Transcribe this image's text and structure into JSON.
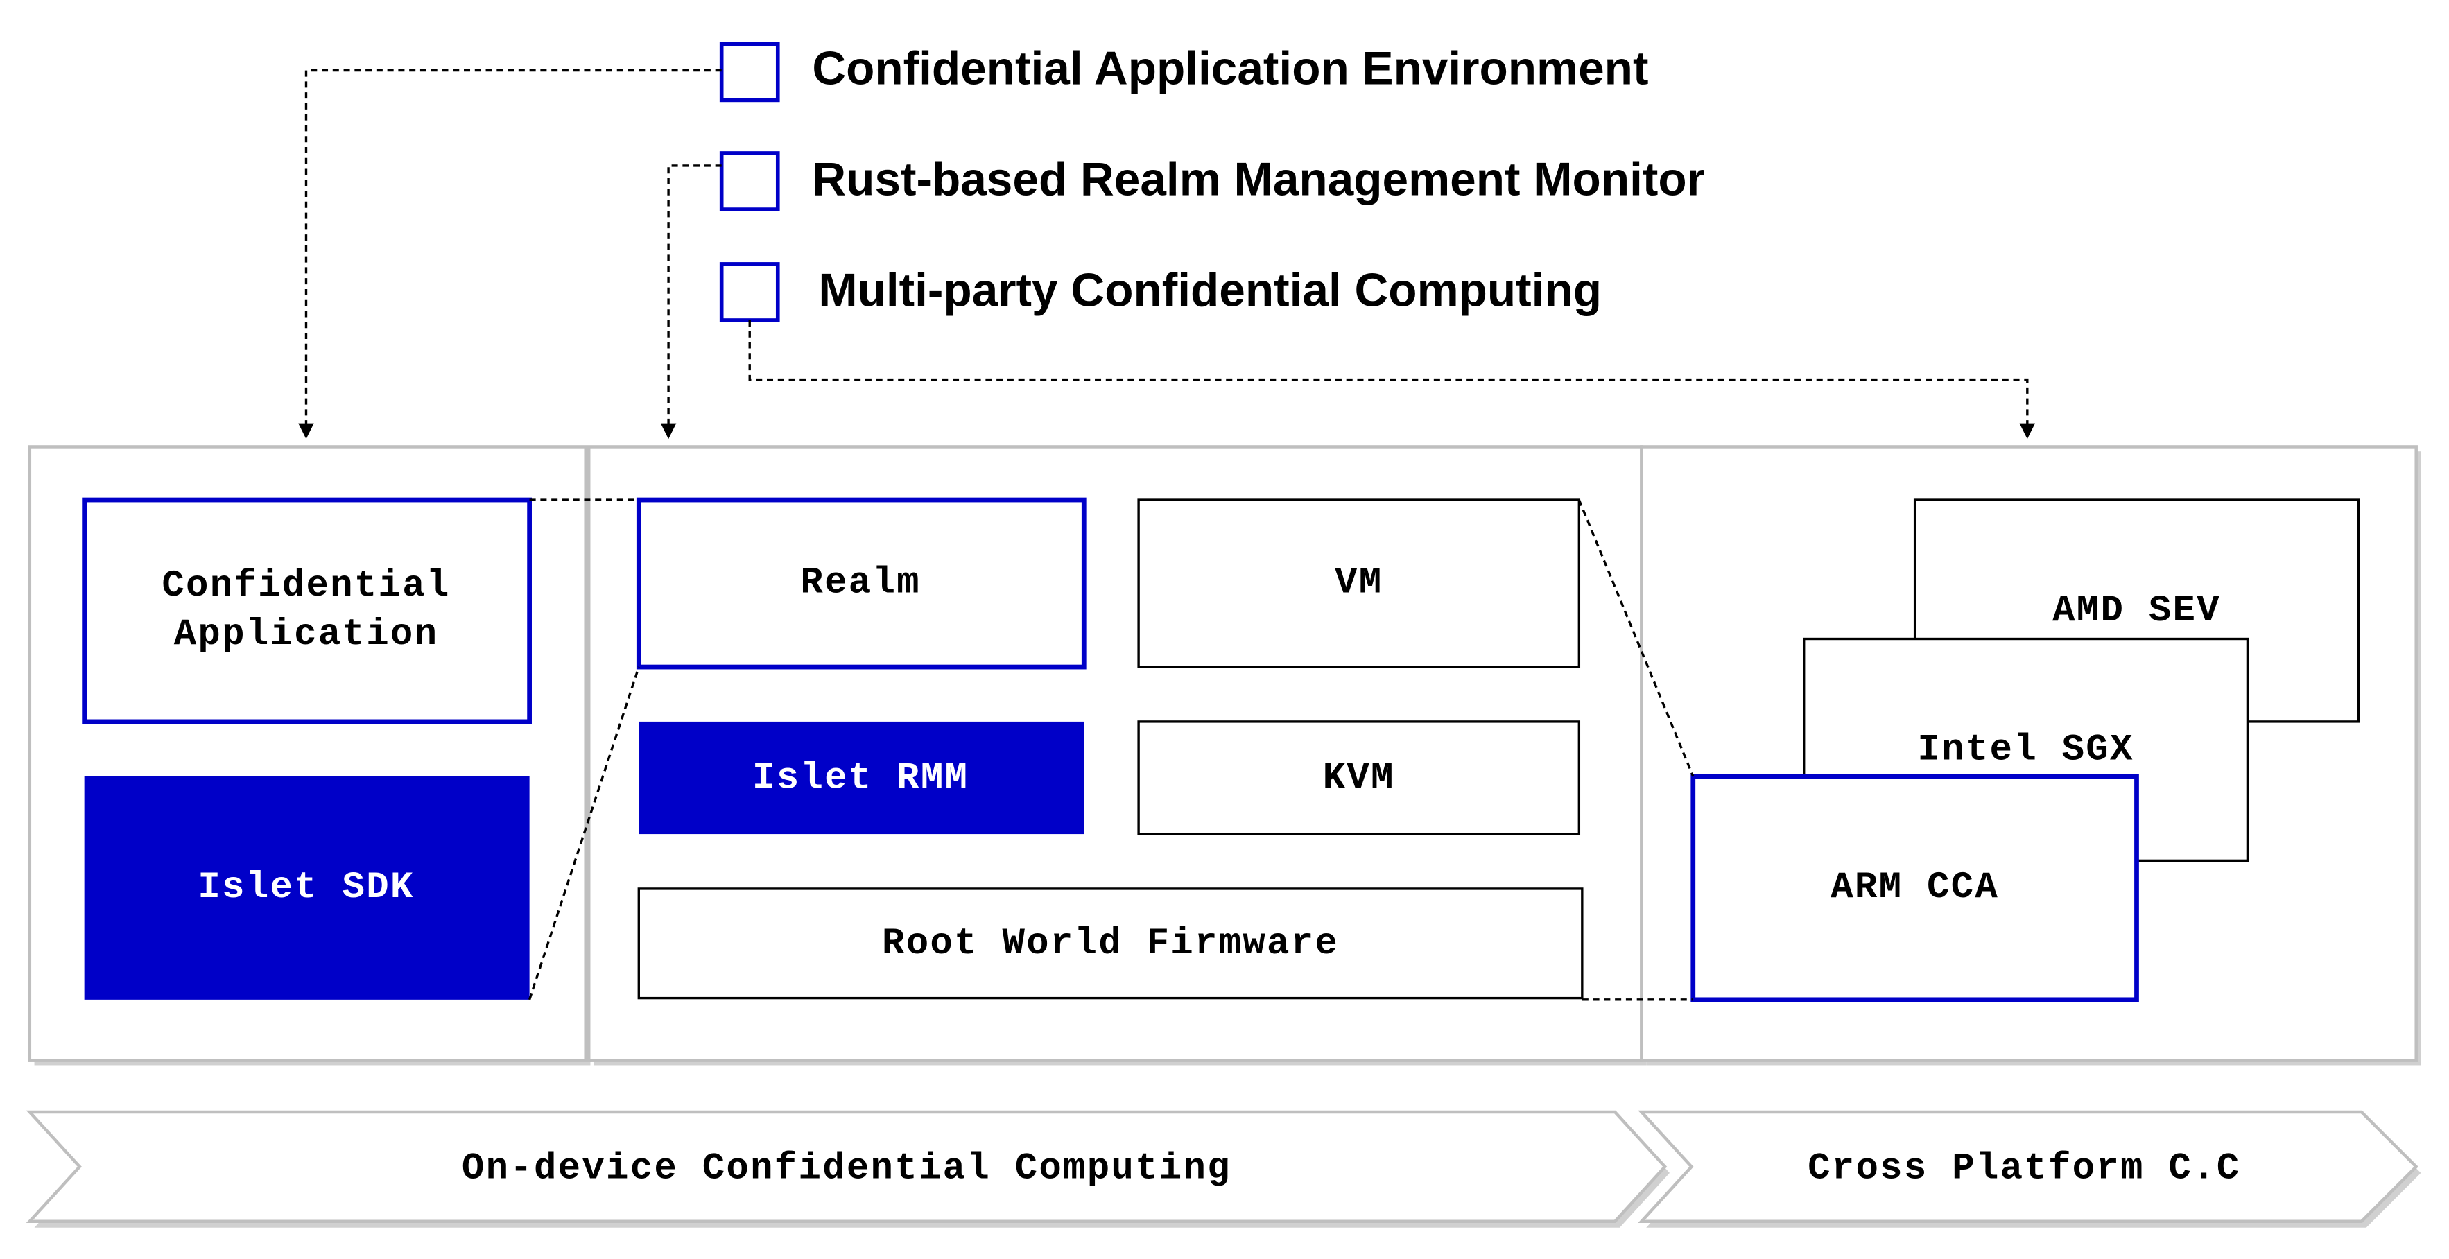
{
  "legend": {
    "items": [
      {
        "label": "Confidential Application Environment"
      },
      {
        "label": "Rust-based Realm Management Monitor"
      },
      {
        "label": "Multi-party Confidential Computing"
      }
    ]
  },
  "panels": {
    "app": {
      "confidential_app_line1": "Confidential",
      "confidential_app_line2": "Application",
      "islet_sdk": "Islet SDK"
    },
    "device": {
      "realm": "Realm",
      "vm": "VM",
      "islet_rmm": "Islet RMM",
      "kvm": "KVM",
      "root_world_firmware": "Root World Firmware"
    },
    "platforms": {
      "amd_sev": "AMD SEV",
      "intel_sgx": "Intel SGX",
      "arm_cca": "ARM CCA"
    }
  },
  "arrows": {
    "on_device": "On-device Confidential Computing",
    "cross_platform": "Cross Platform C.C"
  },
  "colors": {
    "accent": "#0000c8",
    "border_gray": "#bfbfbf",
    "shadow_gray": "#d0d0d0",
    "line": "#000000"
  }
}
